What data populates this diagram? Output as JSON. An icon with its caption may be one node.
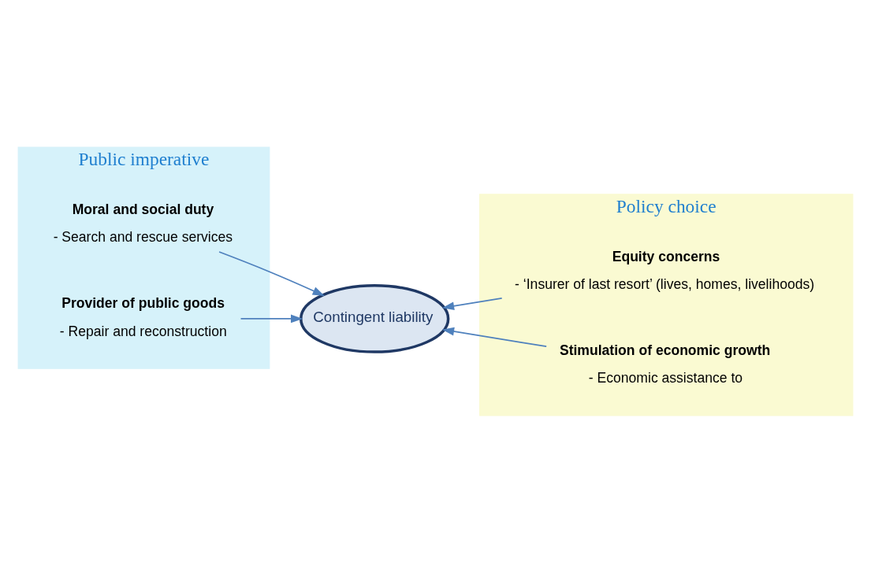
{
  "diagram": {
    "nodes": [
      {
        "text": [
          "Public imperative"
        ]
      },
      {
        "text": [
          "Policy choice"
        ]
      },
      {
        "text": [
          "Moral and social duty",
          "- Search and rescue services"
        ],
        "in": 0
      },
      {
        "text": [
          "Provider of public goods",
          "- Repair and reconstruction"
        ],
        "in": 0
      },
      {
        "text": [
          "Equity concerns",
          "- ‘Insurer of last resort’ (lives, homes, livelihoods)"
        ],
        "in": 1
      },
      {
        "text": [
          "Stimulation of economic growth",
          "- Economic assistance to"
        ],
        "in": 1
      },
      {
        "text": [
          "Contingent liability"
        ]
      }
    ],
    "edges": [
      {
        "from": 2,
        "to": 6,
        "arrow": "to"
      },
      {
        "from": 4,
        "to": 6,
        "arrow": "to"
      },
      {
        "from": 3,
        "to": 6,
        "arrow": "to"
      },
      {
        "from": 5,
        "to": 6,
        "arrow": "to"
      }
    ]
  }
}
